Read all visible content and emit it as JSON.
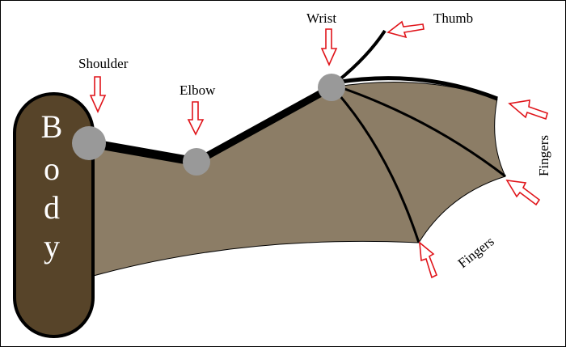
{
  "diagram": {
    "body_letters": [
      "B",
      "o",
      "d",
      "y"
    ],
    "labels": {
      "shoulder": "Shoulder",
      "elbow": "Elbow",
      "wrist": "Wrist",
      "thumb": "Thumb",
      "fingers_right": "Fingers",
      "fingers_bottom": "Fingers"
    },
    "colors": {
      "body_fill": "#574429",
      "membrane_fill": "#8c7d66",
      "joint_fill": "#999999",
      "bone": "#000000",
      "arrow": "#e0141a",
      "frame": "#000000"
    }
  }
}
